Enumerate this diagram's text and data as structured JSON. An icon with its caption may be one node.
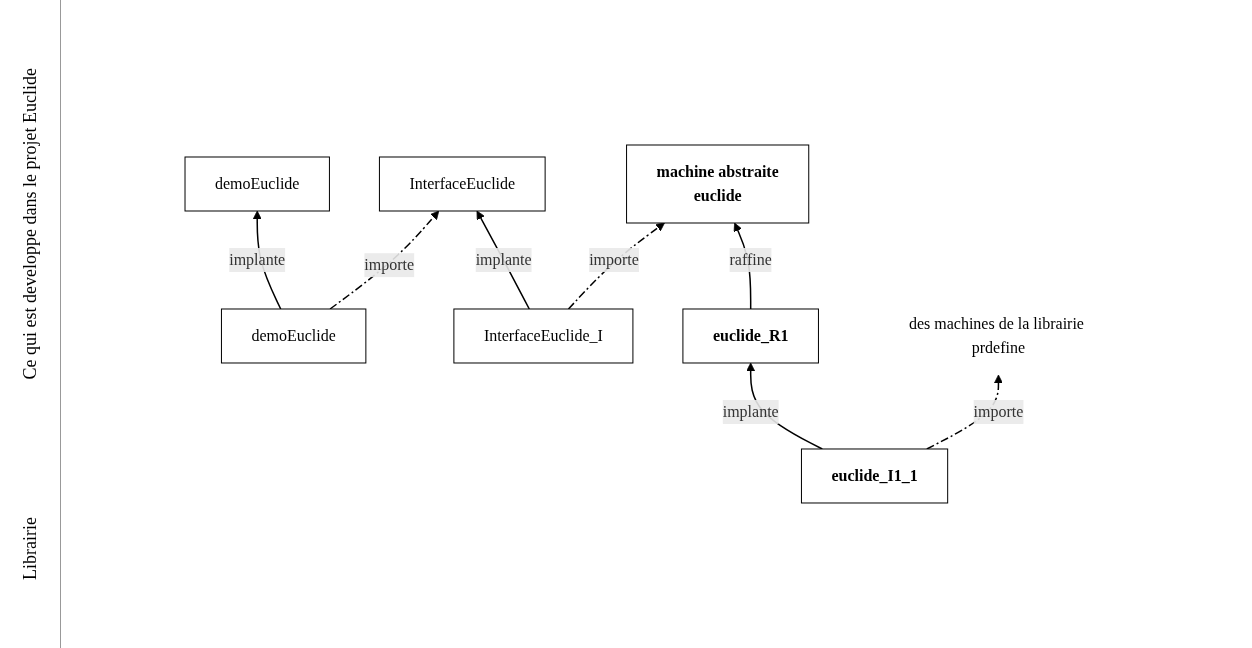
{
  "diagram": {
    "nodes": [
      {
        "text": [
          "demoEuclide"
        ]
      },
      {
        "text": [
          "demoEuclide"
        ]
      },
      {
        "text": [
          "InterfaceEuclide"
        ]
      },
      {
        "text": [
          "InterfaceEuclide_I"
        ]
      },
      {
        "text": [
          "machine abstraite",
          "euclide"
        ]
      },
      {
        "text": [
          "euclide_R1"
        ]
      },
      {
        "text": [
          "euclide_I1_1"
        ]
      },
      {
        "text": [
          "des machines de la librairie prdefine"
        ]
      }
    ],
    "edges": [
      {
        "from": 1,
        "to": 0,
        "arrow": "to",
        "label": "implante"
      },
      {
        "from": 1,
        "to": 2,
        "arrow": "to",
        "label": "importe",
        "style": "dashed"
      },
      {
        "from": 3,
        "to": 2,
        "arrow": "to",
        "label": "implante"
      },
      {
        "from": 3,
        "to": 4,
        "arrow": "to",
        "label": "importe",
        "style": "dashed"
      },
      {
        "from": 5,
        "to": 4,
        "arrow": "to",
        "label": "raffine"
      },
      {
        "from": 6,
        "to": 5,
        "arrow": "to",
        "label": "implante"
      },
      {
        "from": 6,
        "to": 7,
        "arrow": "to",
        "label": "importe",
        "style": "dashed"
      }
    ],
    "labels": [
      "Ce qui est developpe dans le projet Euclide",
      "Librairie"
    ]
  }
}
